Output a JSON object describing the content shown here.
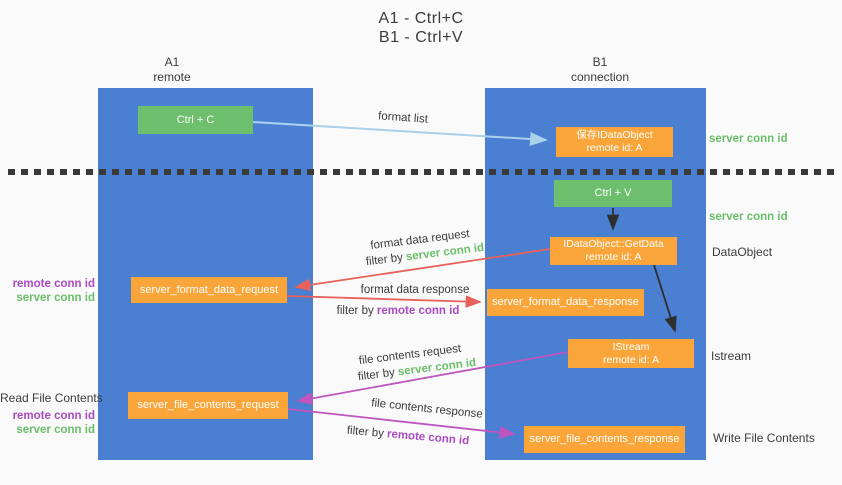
{
  "title": {
    "line1": "A1 - Ctrl+C",
    "line2": "B1 - Ctrl+V"
  },
  "columns": {
    "left": {
      "header_line1": "A1",
      "header_line2": "remote"
    },
    "right": {
      "header_line1": "B1",
      "header_line2": "connection"
    }
  },
  "boxes": {
    "ctrl_c": {
      "label": "Ctrl + C"
    },
    "save_idataobject": {
      "line1": "保存IDataObject",
      "line2": "remote id: A"
    },
    "ctrl_v": {
      "label": "Ctrl + V"
    },
    "getdata": {
      "line1": "IDataObject::GetData",
      "line2": "remote id: A"
    },
    "server_format_data_request": {
      "label": "server_format_data_request"
    },
    "server_format_data_response": {
      "label": "server_format_data_response"
    },
    "istream": {
      "line1": "IStream",
      "line2": "remote id: A"
    },
    "server_file_contents_request": {
      "label": "server_file_contents_request"
    },
    "server_file_contents_response": {
      "label": "server_file_contents_response"
    }
  },
  "flow_labels": {
    "format_list": "format list",
    "format_data_request": "format data request",
    "format_data_request_filter": {
      "prefix": "filter by ",
      "highlight": "server conn id"
    },
    "format_data_response": "format data response",
    "format_data_response_filter": {
      "prefix": "filter by ",
      "highlight": "remote conn id"
    },
    "file_contents_request": "file contents request",
    "file_contents_request_filter": {
      "prefix": "filter by ",
      "highlight": "server conn id"
    },
    "file_contents_response": "file contents response",
    "file_contents_response_filter": {
      "prefix": "filter by ",
      "highlight": "remote conn id"
    }
  },
  "side_labels": {
    "right_server_conn_id_top": "server conn id",
    "right_server_conn_id_mid": "server conn id",
    "right_dataobject": "DataObject",
    "right_istream": "Istream",
    "right_write_file_contents": "Write File Contents",
    "left_remote_conn_id_mid": "remote conn id",
    "left_server_conn_id_mid": "server conn id",
    "left_read_file_contents": "Read File Contents",
    "left_remote_conn_id_bottom": "remote conn id",
    "left_server_conn_id_bottom": "server conn id"
  },
  "colors": {
    "column_blue": "#4a7fd1",
    "box_green": "#6ebf6d",
    "box_orange": "#f9a53a",
    "arrow_light_blue": "#a9d1ec",
    "arrow_red": "#e8615a",
    "arrow_magenta": "#bf55bf",
    "arrow_black": "#2f2f2f",
    "text_green": "#6abf69",
    "text_purple": "#ab4bc3",
    "text_dark": "#3b3b3b",
    "background": "#fafafa",
    "dot_color": "#3a3a3a"
  }
}
